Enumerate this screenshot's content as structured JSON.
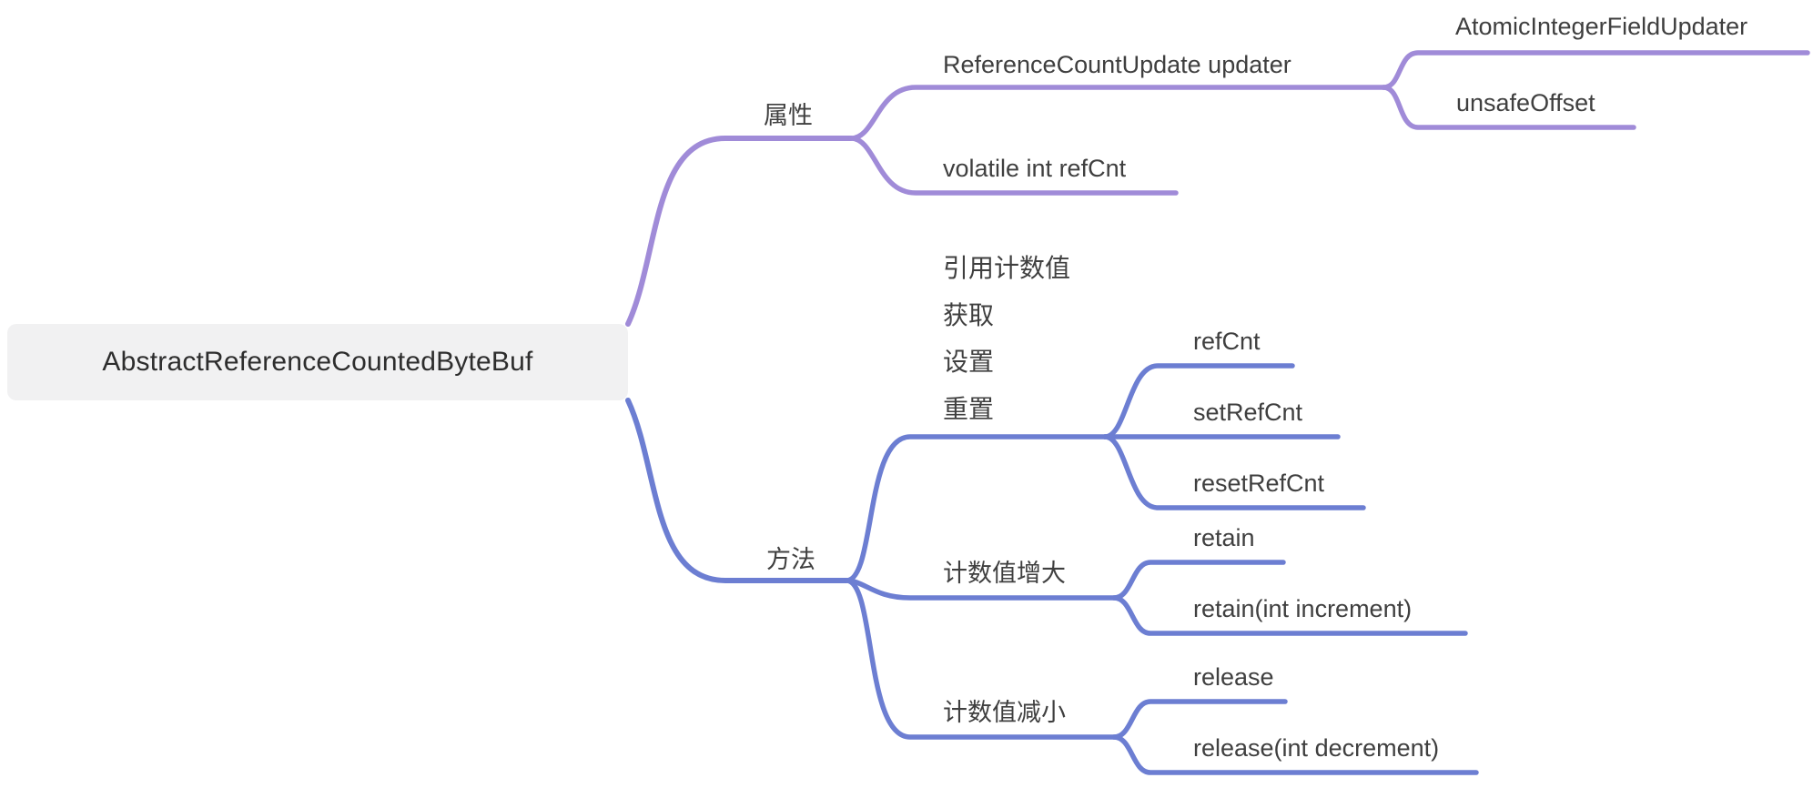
{
  "mindmap": {
    "title": "AbstractReferenceCountedByteBuf mind map",
    "root": {
      "label": "AbstractReferenceCountedByteBuf"
    },
    "branches": [
      {
        "id": "attributes",
        "label": "属性",
        "color": "#a08bd8",
        "children": [
          {
            "label": "ReferenceCountUpdate updater",
            "children": [
              {
                "label": "AtomicIntegerFieldUpdater"
              },
              {
                "label": "unsafeOffset"
              }
            ]
          },
          {
            "label": "volatile int refCnt"
          }
        ]
      },
      {
        "id": "methods",
        "label": "方法",
        "color": "#6c7ed2",
        "children": [
          {
            "label_lines": [
              "引用计数值",
              "获取",
              "设置",
              "重置"
            ],
            "children": [
              {
                "label": "refCnt"
              },
              {
                "label": "setRefCnt"
              },
              {
                "label": "resetRefCnt"
              }
            ]
          },
          {
            "label": "计数值增大",
            "children": [
              {
                "label": "retain"
              },
              {
                "label": "retain(int increment)"
              }
            ]
          },
          {
            "label": "计数值减小",
            "children": [
              {
                "label": "release"
              },
              {
                "label": "release(int decrement)"
              }
            ]
          }
        ]
      }
    ]
  },
  "colors": {
    "root_bg": "#f1f1f2",
    "text": "#3f3f3f",
    "root_text": "#2d2d2d",
    "attributes_branch": "#a08bd8",
    "methods_branch": "#6c7ed2"
  }
}
